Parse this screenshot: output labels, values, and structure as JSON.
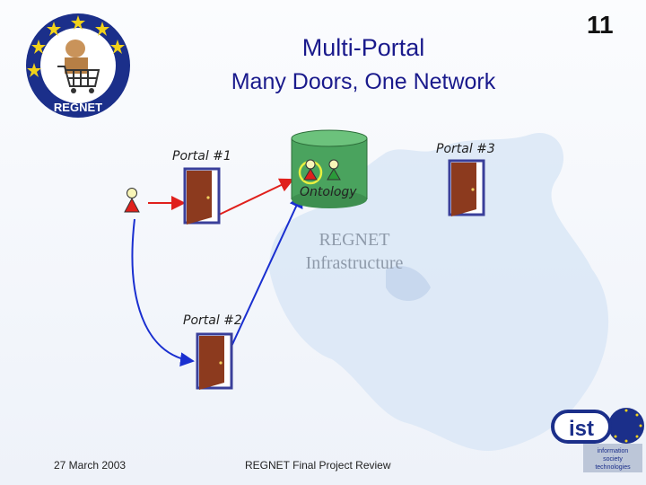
{
  "slide": {
    "number": "11",
    "title": "Multi-Portal",
    "subtitle": "Many Doors, One Network"
  },
  "logo": {
    "text": "REGNET",
    "ring_color": "#1b2f8a",
    "star_color": "#f2d21a"
  },
  "diagram": {
    "portals": [
      {
        "label": "Portal #1"
      },
      {
        "label": "Portal #2"
      },
      {
        "label": "Portal #3"
      }
    ],
    "ontology_label": "Ontology",
    "infrastructure_line1": "REGNET",
    "infrastructure_line2": "Infrastructure",
    "colors": {
      "door": "#8c3a1e",
      "door_frame": "#3a3f9a",
      "cylinder": "#4aa35e",
      "arrow_red": "#e0201c",
      "arrow_blue": "#1a2fd0",
      "map": "#dce8f6"
    }
  },
  "footer": {
    "date": "27 March 2003",
    "center_text": "REGNET Final Project Review"
  },
  "ist_logo": {
    "text": "ist",
    "tagline_line1": "information",
    "tagline_line2": "society",
    "tagline_line3": "technologies"
  }
}
